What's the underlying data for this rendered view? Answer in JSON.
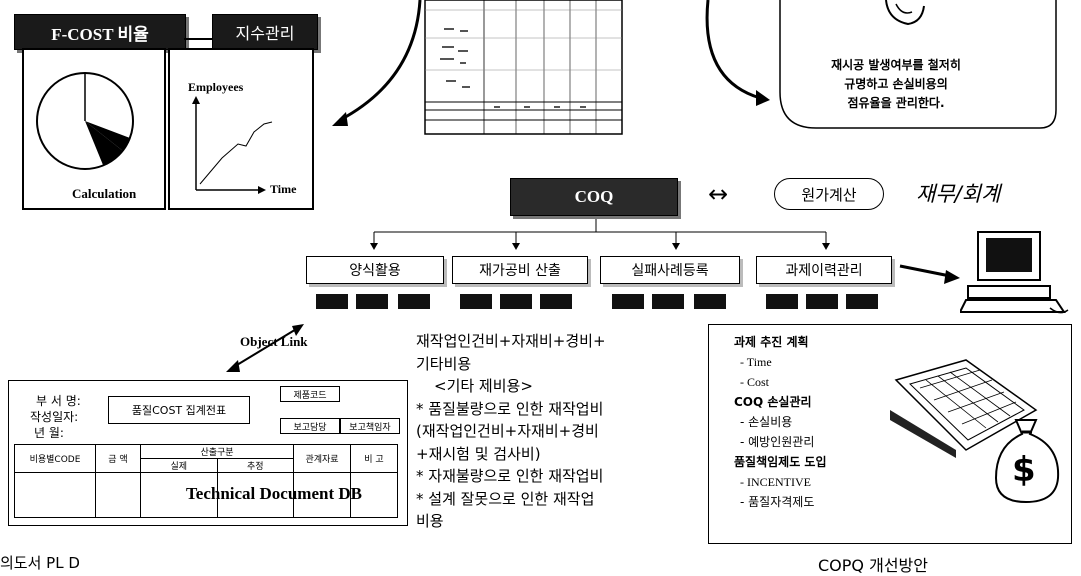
{
  "fcost": {
    "title": "F-COST 비율",
    "caption": "Calculation"
  },
  "index_mgmt": {
    "title": "지수관리",
    "y_label": "Employees",
    "x_label": "Time"
  },
  "callout_note": [
    "재시공 발생여부를 철저히",
    "규명하고 손실비용의",
    "점유율을 관리한다."
  ],
  "coq": {
    "label": "COQ",
    "arrow": "↔",
    "cost_calc": "원가계산",
    "finance": "재무/회계"
  },
  "modules": [
    {
      "label": "양식활용"
    },
    {
      "label": "재가공비 산출"
    },
    {
      "label": "실패사례등록"
    },
    {
      "label": "과제이력관리"
    }
  ],
  "object_link": "Object Link",
  "form": {
    "dept": "부 서 명:",
    "date": "작성일자:",
    "year_month": "년   월:",
    "title": "품질COST 집계전표",
    "product_code": "제품코드",
    "reporter": "보고담당",
    "approver": "보고책임자",
    "columns": [
      "비용별CODE",
      "금  액",
      "산출구분",
      "관계자료",
      "비  고"
    ],
    "sub_columns": [
      "실제",
      "추정"
    ],
    "db_label": "Technical Document DB"
  },
  "rework_text": [
    "재작업인건비+자재비+경비+",
    "기타비용",
    "<기타 제비용>",
    "* 품질불량으로 인한 재작업비",
    "(재작업인건비+자재비+경비",
    "+재시험 및 검사비)",
    "* 자재불량으로 인한 재작업비",
    "* 설계 잘못으로 인한 재작업",
    "비용"
  ],
  "plan_box": {
    "items": [
      "과제 추진 계획",
      "- Time",
      "- Cost",
      "COQ 손실관리",
      "- 손실비용",
      "- 예방인원관리",
      "품질책임제도 도입",
      "- INCENTIVE",
      "- 품질자격제도"
    ],
    "dollar": "$"
  },
  "bottom_left": "의도서 PL D",
  "bottom_right": "COPQ 개선방안"
}
